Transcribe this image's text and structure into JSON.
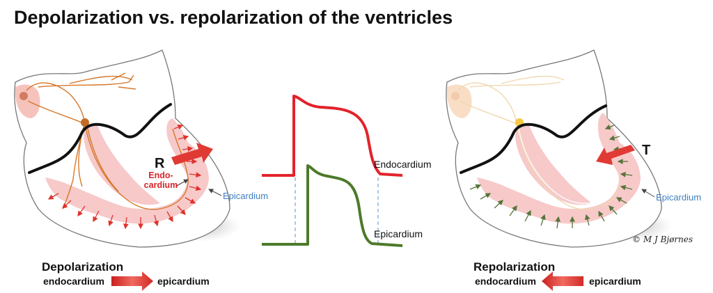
{
  "title": "Depolarization vs. repolarization of the ventricles",
  "left_heart": {
    "letter": "R",
    "endo_label_line1": "Endo-",
    "endo_label_line2": "cardium",
    "epi_label": "Epicardium",
    "caption_heading": "Depolarization",
    "caption_from": "endocardium",
    "caption_to": "epicardium"
  },
  "action_potentials": {
    "top_label": "Endocardium",
    "bottom_label": "Epicardium",
    "top_color": "#e3222a",
    "bottom_color": "#4c7a2a"
  },
  "right_heart": {
    "letter": "T",
    "epi_label": "Epicardium",
    "caption_heading": "Repolarization",
    "caption_from": "endocardium",
    "caption_to": "epicardium",
    "signature": "© M J Bjørnes"
  },
  "colors": {
    "arrow_red": "#e03a34",
    "tissue_pink": "#f7c9c9",
    "purkinje_orange": "#d5782a",
    "arrow_green": "#55743a",
    "label_blue": "#3f7fc2"
  }
}
